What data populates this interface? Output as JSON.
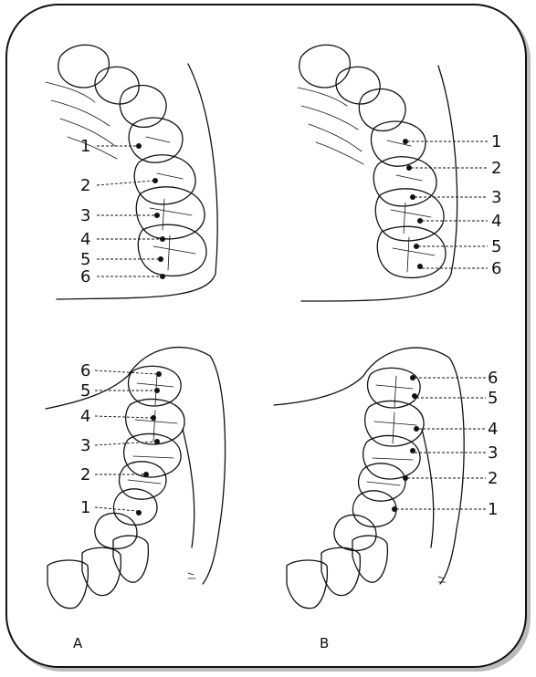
{
  "panels": [
    {
      "id": "A",
      "label": "A"
    },
    {
      "id": "B",
      "label": "B"
    }
  ],
  "contact_labels": [
    "1",
    "2",
    "3",
    "4",
    "5",
    "6"
  ]
}
